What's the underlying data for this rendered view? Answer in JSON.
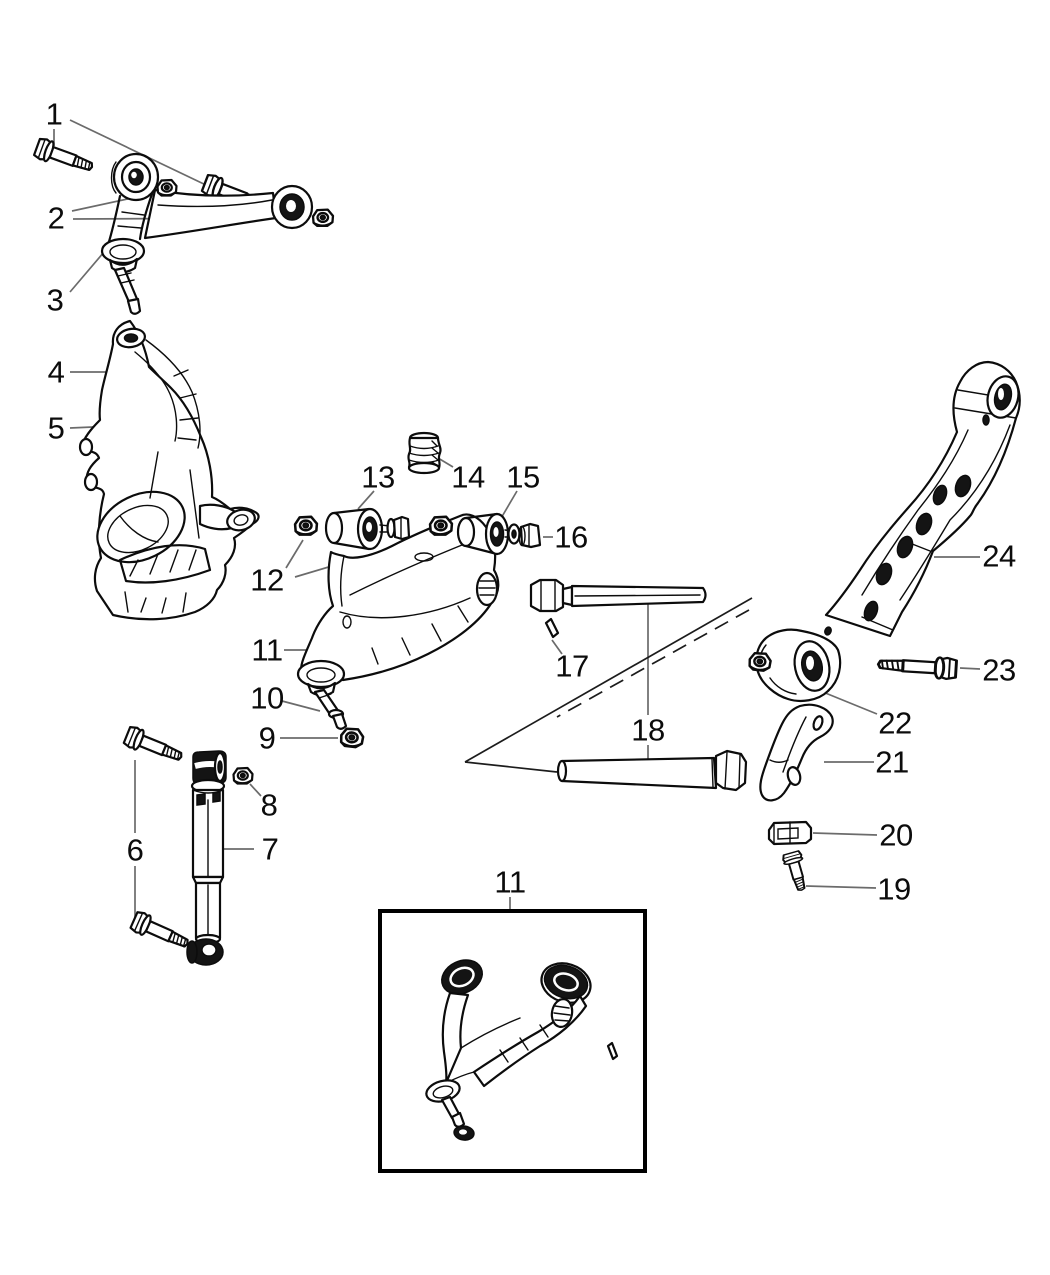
{
  "figure": {
    "type": "exploded-parts-diagram",
    "background_color": "#ffffff",
    "line_color": "#0c0c0c",
    "leader_line_color": "#6b6b6b",
    "callouts": {
      "c1": "1",
      "c2": "2",
      "c3": "3",
      "c4": "4",
      "c5": "5",
      "c6": "6",
      "c7": "7",
      "c8": "8",
      "c9": "9",
      "c10": "10",
      "c11": "11",
      "c12": "12",
      "c13": "13",
      "c14": "14",
      "c15": "15",
      "c16": "16",
      "c17": "17",
      "c18": "18",
      "c19": "19",
      "c20": "20",
      "c21": "21",
      "c22": "22",
      "c23": "23",
      "c24": "24",
      "c11_inset": "11"
    },
    "part_glyphs": {
      "1": "hex-flange-bolts",
      "2": "hex-flange-nuts",
      "3": "upper-control-arm-ball-joint",
      "4": "hex-nut",
      "5": "steering-knuckle",
      "6": "hex-flange-bolts",
      "7": "shock-absorber",
      "8": "hex-flange-nut",
      "9": "hex-flange-nut",
      "10": "ball-joint",
      "11": "lower-control-arm",
      "12": "hex-flange-nuts",
      "13": "pivot-bushing-with-bolt",
      "14": "jounce-bumper",
      "15": "pivot-bushing",
      "16": "hex-flange-bolt",
      "17": "roll-pin",
      "18": "support-rods",
      "19": "hex-bolt",
      "20": "spacer-block",
      "21": "mounting-bracket",
      "22": "pivot-bushing",
      "23": "hex-flange-bolt",
      "24": "trailing-arm",
      "inset_11": "lower-control-arm-alternate-view"
    }
  }
}
